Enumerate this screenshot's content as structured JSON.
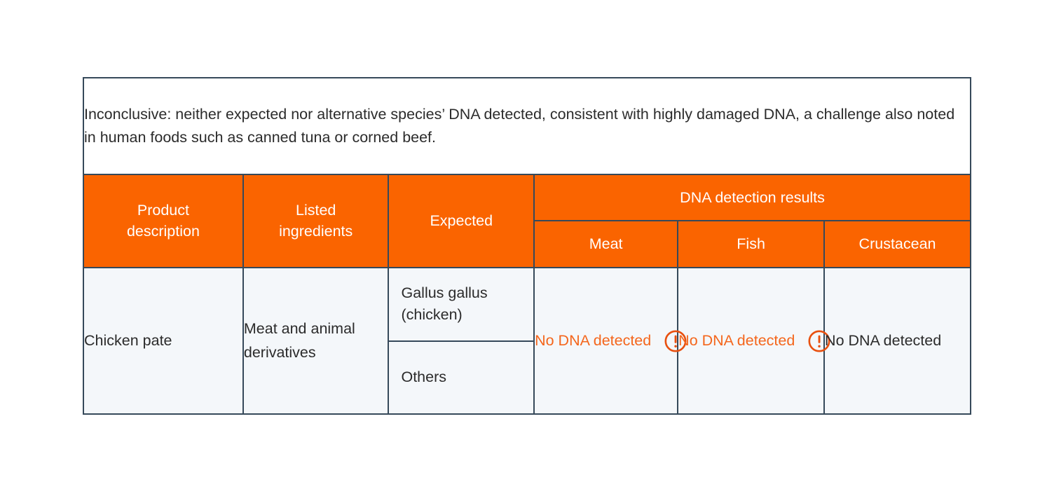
{
  "note": {
    "text": "Inconclusive: neither expected nor alternative species’ DNA detected, consistent with highly damaged DNA, a challenge also noted in human foods such as canned tuna or corned beef."
  },
  "colors": {
    "header_background": "#fa6400",
    "header_text": "#ffffff",
    "border": "#36495a",
    "body_background": "#f4f7fa",
    "body_text": "#2b2b2b",
    "alert_orange": "#f4661c",
    "note_background": "#ffffff"
  },
  "table": {
    "headers": {
      "product_description": "Product\ndescription",
      "product_description_line1": "Product",
      "product_description_line2": "description",
      "listed_ingredients_line1": "Listed",
      "listed_ingredients_line2": "ingredients",
      "expected": "Expected",
      "dna_group": "DNA detection results",
      "meat": "Meat",
      "fish": "Fish",
      "crustacean": "Crustacean"
    },
    "rows": [
      {
        "product_description": "Chicken pate",
        "listed_ingredients": "Meat and animal derivatives",
        "expected": [
          "Gallus gallus (chicken)",
          "Others"
        ],
        "results": {
          "meat": {
            "text": "No DNA detected",
            "alert": true,
            "icon": "alert-circle-icon"
          },
          "fish": {
            "text": "No DNA detected",
            "alert": true,
            "icon": "alert-circle-icon"
          },
          "crustacean": {
            "text": "No DNA detected",
            "alert": false,
            "icon": null
          }
        }
      }
    ]
  }
}
